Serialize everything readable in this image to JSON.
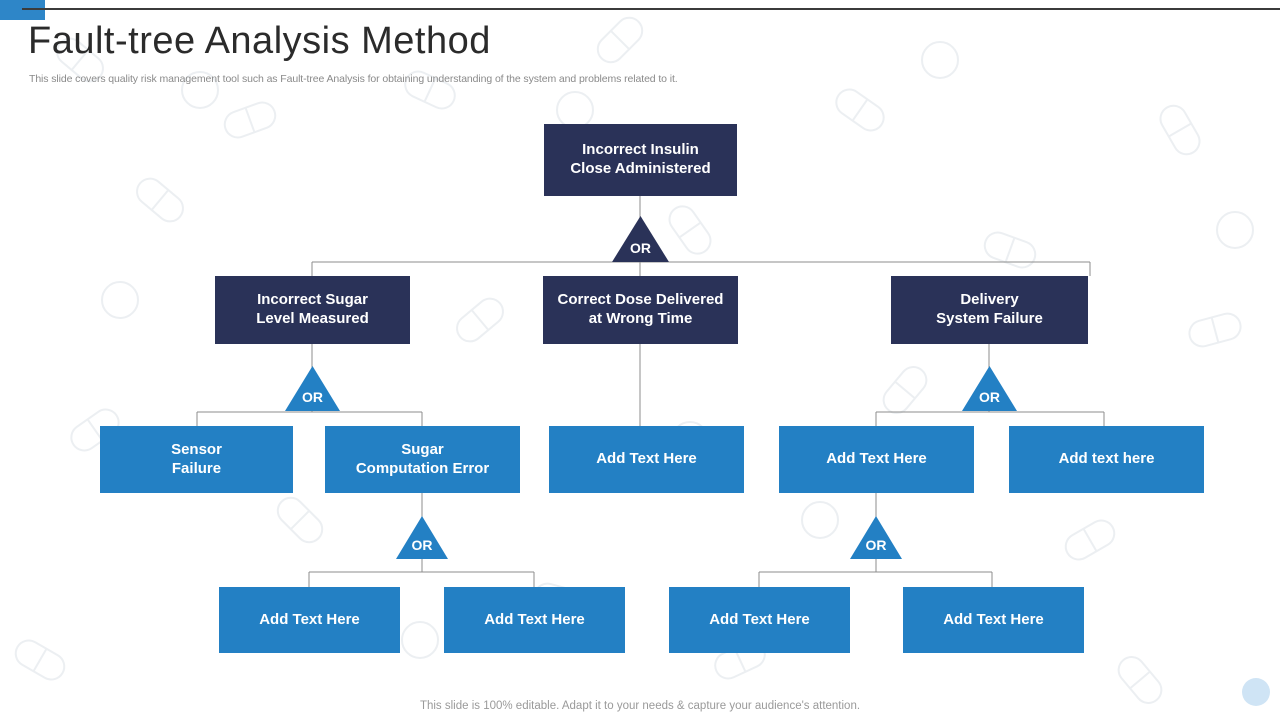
{
  "slide": {
    "title": "Fault-tree Analysis Method",
    "subtitle": "This slide covers quality risk management tool such as Fault-tree Analysis for obtaining understanding of the system and problems related to it.",
    "footer": "This slide is 100% editable. Adapt it to your needs & capture your audience's attention."
  },
  "colors": {
    "navy": "#2a3258",
    "blue": "#2380c4",
    "accent": "#2e86c8",
    "connector": "#808080",
    "corner_circle": "#cfe4f5",
    "title_text": "#2b2b2b",
    "subtitle_text": "#8a8a8a"
  },
  "gates": {
    "root": {
      "label": "OR"
    },
    "sugar": {
      "label": "OR"
    },
    "delivery": {
      "label": "OR"
    },
    "computation": {
      "label": "OR"
    },
    "delivery_sub": {
      "label": "OR"
    }
  },
  "tree": {
    "root": {
      "label": "Incorrect Insulin\nClose Administered"
    },
    "level2": [
      {
        "label": "Incorrect Sugar\nLevel Measured"
      },
      {
        "label": "Correct Dose Delivered\nat Wrong Time"
      },
      {
        "label": "Delivery\nSystem Failure"
      }
    ],
    "level3": [
      {
        "label": "Sensor\nFailure"
      },
      {
        "label": "Sugar\nComputation Error"
      },
      {
        "label": "Add Text Here"
      },
      {
        "label": "Add Text Here"
      },
      {
        "label": "Add text here"
      }
    ],
    "level4": [
      {
        "label": "Add Text Here"
      },
      {
        "label": "Add Text Here"
      },
      {
        "label": "Add Text Here"
      },
      {
        "label": "Add Text Here"
      }
    ]
  }
}
